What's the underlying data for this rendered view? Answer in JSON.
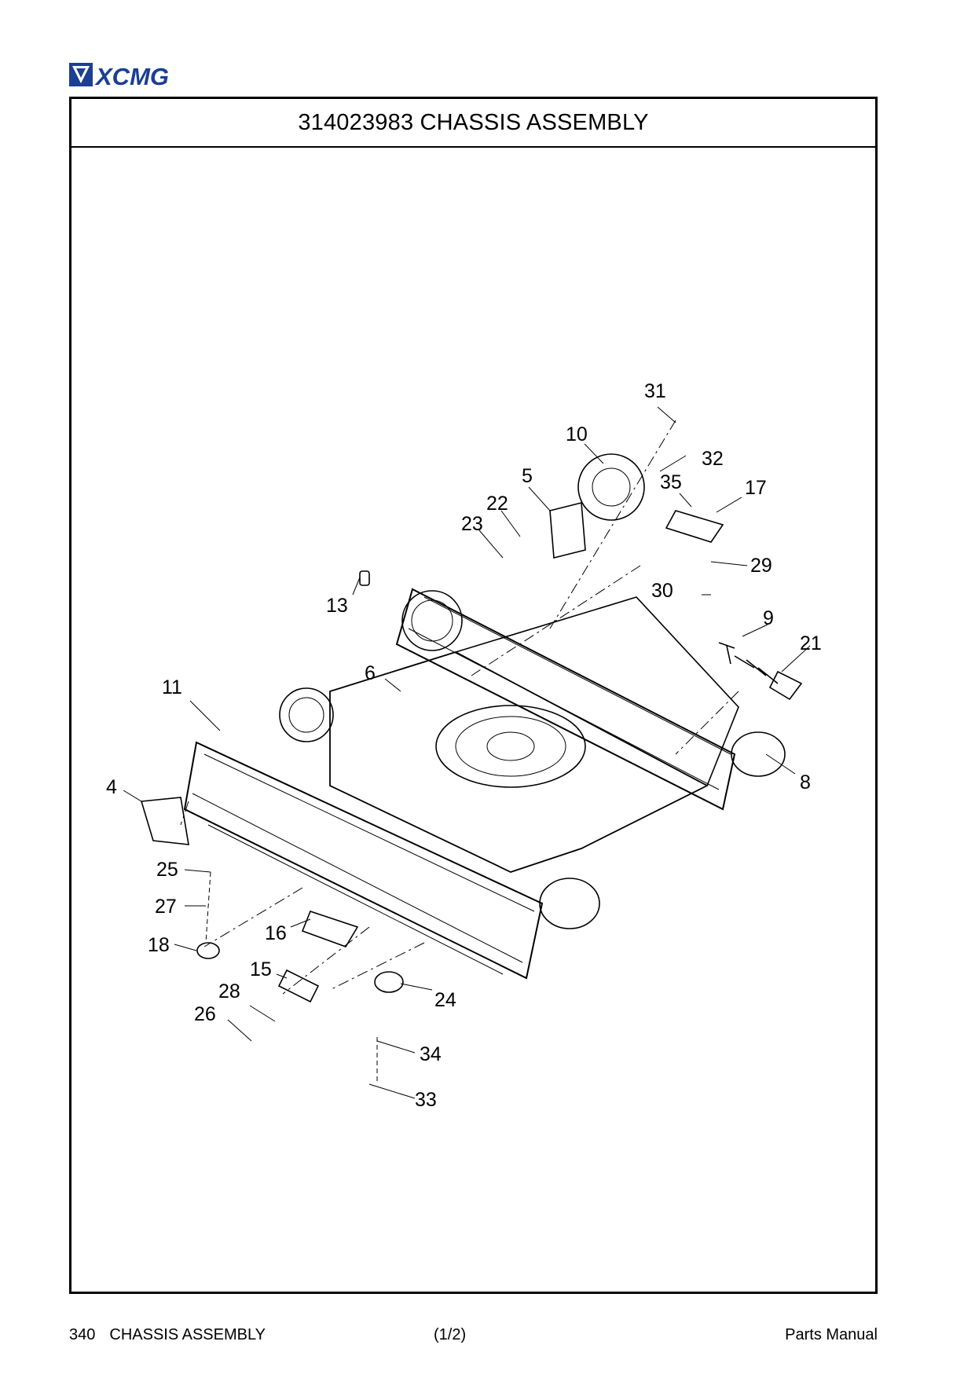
{
  "header": {
    "logo_text": "XCMG"
  },
  "frame": {
    "title": "314023983 CHASSIS ASSEMBLY"
  },
  "callouts": [
    "31",
    "10",
    "32",
    "5",
    "35",
    "17",
    "22",
    "23",
    "29",
    "30",
    "13",
    "9",
    "21",
    "11",
    "6",
    "8",
    "4",
    "25",
    "27",
    "16",
    "18",
    "15",
    "24",
    "28",
    "26",
    "34",
    "33"
  ],
  "footer": {
    "page_number": "340",
    "section": "CHASSIS ASSEMBLY",
    "sheet": "(1/2)",
    "manual": "Parts Manual"
  }
}
